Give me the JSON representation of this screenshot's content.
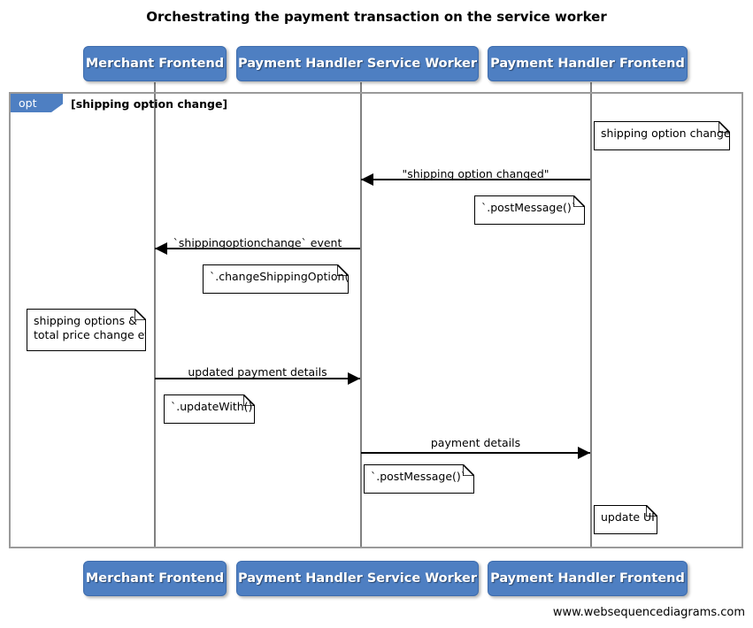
{
  "title": "Orchestrating the payment transaction on the service worker",
  "footer": {
    "credit": "www.websequencediagrams.com"
  },
  "colors": {
    "participant_fill": "#4e7fc2",
    "participant_text": "#ffffff",
    "fragment_border": "#9a9a9a",
    "lifeline": "#808080",
    "message": "#000000",
    "note_fill": "#ffffff",
    "note_border": "#000000"
  },
  "participants": [
    {
      "id": "merchant-frontend",
      "label": "Merchant Frontend"
    },
    {
      "id": "payment-handler-service-worker",
      "label": "Payment Handler Service Worker"
    },
    {
      "id": "payment-handler-frontend",
      "label": "Payment Handler Frontend"
    }
  ],
  "participants_bottom": [
    {
      "id": "merchant-frontend",
      "label": "Merchant Frontend"
    },
    {
      "id": "payment-handler-service-worker",
      "label": "Payment Handler Service Worker"
    },
    {
      "id": "payment-handler-frontend",
      "label": "Payment Handler Frontend"
    }
  ],
  "fragment": {
    "type": "opt",
    "tab_label": "opt",
    "guard": "[shipping option change]"
  },
  "messages": [
    {
      "id": "shipping-option-changed",
      "label": "\"shipping option changed\"",
      "from": "payment-handler-frontend",
      "to": "payment-handler-service-worker",
      "direction": "left"
    },
    {
      "id": "shippingoptionchange-event",
      "label": "`shippingoptionchange` event",
      "from": "payment-handler-service-worker",
      "to": "merchant-frontend",
      "direction": "left"
    },
    {
      "id": "updated-payment-details",
      "label": "updated payment details",
      "from": "merchant-frontend",
      "to": "payment-handler-service-worker",
      "direction": "right"
    },
    {
      "id": "payment-details",
      "label": "payment details",
      "from": "payment-handler-service-worker",
      "to": "payment-handler-frontend",
      "direction": "right"
    }
  ],
  "notes": [
    {
      "id": "note-shipping-option-changed",
      "text": "shipping option changed",
      "attached_to": "payment-handler-frontend"
    },
    {
      "id": "note-post-message-1",
      "text": "`.postMessage()`",
      "attached_to": "payment-handler-service-worker"
    },
    {
      "id": "note-change-shipping-option",
      "text": "`.changeShippingOption()`",
      "attached_to": "payment-handler-service-worker"
    },
    {
      "id": "note-shipping-options-total-price",
      "text": "shipping options &\ntotal price change etc",
      "attached_to": "merchant-frontend"
    },
    {
      "id": "note-update-with",
      "text": "`.updateWith()`",
      "attached_to": "merchant-frontend"
    },
    {
      "id": "note-post-message-2",
      "text": "`.postMessage()`",
      "attached_to": "payment-handler-service-worker"
    },
    {
      "id": "note-update-ui",
      "text": "update UI",
      "attached_to": "payment-handler-frontend"
    }
  ]
}
